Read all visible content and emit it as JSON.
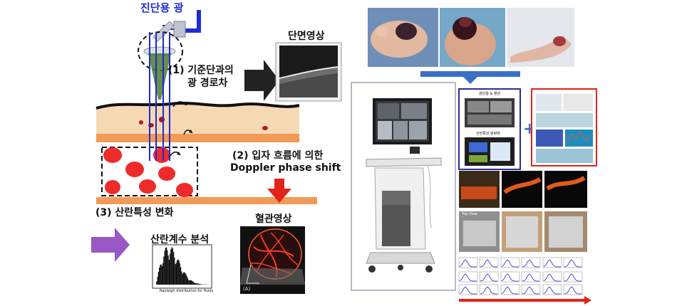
{
  "diagram": {
    "light_source": "진단용 광",
    "cross_section": "단면영상",
    "step1_line1": "(1) 기준단과의",
    "step1_line2": "광 경로차",
    "step2_line1": "(2) 입자 흐름에 의한",
    "step2_line2": "Doppler phase shift",
    "step3": "(3) 산란특성 변화",
    "blood_flow": "혈관영상",
    "scatter_analysis": "산란계수 분석",
    "histogram_caption": "Rayleigh distribution for fluids",
    "angio_panel_tag": "(A)"
  },
  "right": {
    "panel_top_label": "광단층 & 혈관",
    "panel_mid_label": "산란특성 정량화",
    "plus_sign": "+",
    "top_view": "Top View"
  },
  "colors": {
    "skin": "#f5d9b5",
    "layer": "#f29a57",
    "rbc": "#ee2b2b",
    "blue_beam": "#1d2bd9",
    "green_beam": "#4c7a2c",
    "purple_arrow": "#9a57c6",
    "red_arrow": "#e2231a"
  }
}
